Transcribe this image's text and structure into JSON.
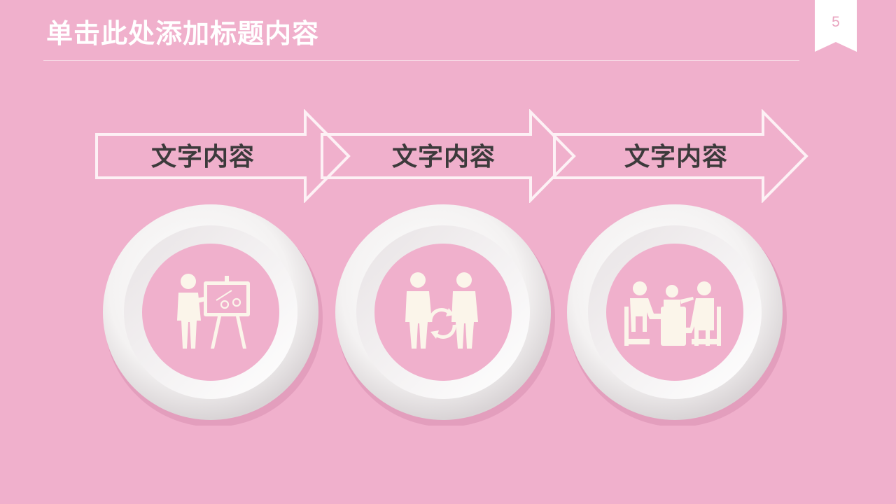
{
  "slide": {
    "title": "单击此处添加标题内容",
    "page_number": "5"
  },
  "steps": [
    {
      "label": "文字内容",
      "icon": "presentation-icon"
    },
    {
      "label": "文字内容",
      "icon": "exchange-people-icon"
    },
    {
      "label": "文字内容",
      "icon": "meeting-icon"
    }
  ],
  "colors": {
    "background": "#f0b0cc",
    "outline": "#fdf1f5",
    "icon_fill": "#fbf5ea",
    "label_text": "#3c3a3b",
    "title_text": "#ffffff"
  }
}
